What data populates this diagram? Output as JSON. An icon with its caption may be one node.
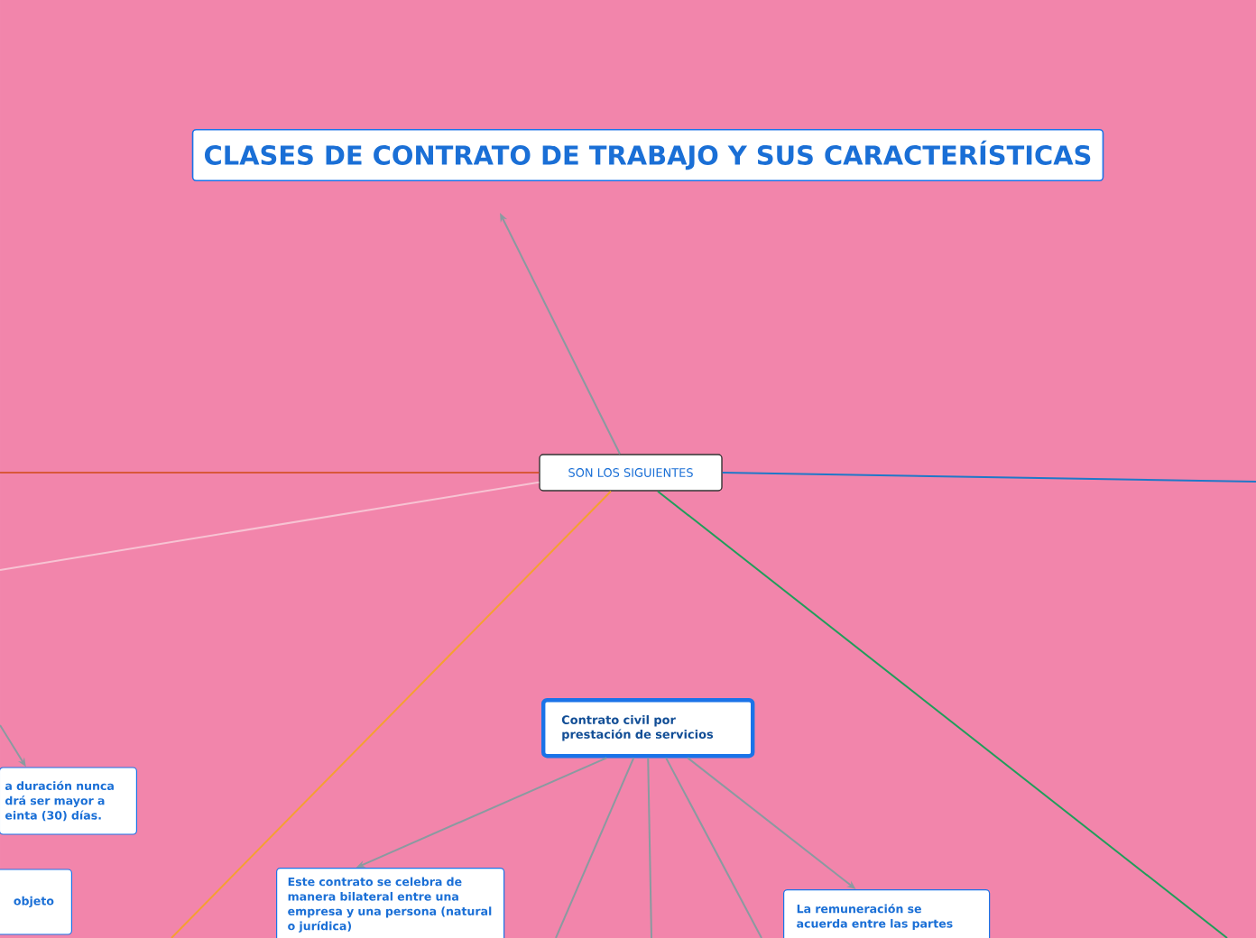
{
  "diagram": {
    "title": "CLASES DE CONTRATO DE TRABAJO Y SUS CARACTERÍSTICAS",
    "nodes": [
      {
        "text": [
          "SON LOS SIGUIENTES"
        ]
      },
      {
        "text": [
          "Contrato civil por prestación de servicios"
        ]
      },
      {
        "text": [
          "a duración nunca drá ser mayor a einta (30) días."
        ]
      },
      {
        "text": [
          "objeto"
        ]
      },
      {
        "text": [
          "Este contrato se celebra de manera bilateral entre una empresa y una persona (natural o jurídica)"
        ]
      },
      {
        "text": [
          "La remuneración se acuerda entre las partes"
        ]
      }
    ],
    "edges": [
      {
        "from": 0,
        "to": null,
        "arrow": "to"
      },
      {
        "from": 0,
        "to": null,
        "arrow": "none",
        "color": "#d9573a"
      },
      {
        "from": 0,
        "to": null,
        "arrow": "none",
        "color": "#f7c3d3"
      },
      {
        "from": 0,
        "to": null,
        "arrow": "none",
        "color": "#1f78c8"
      },
      {
        "from": 0,
        "to": null,
        "arrow": "none",
        "color": "#f5a030"
      },
      {
        "from": 0,
        "to": null,
        "arrow": "none",
        "color": "#1f9e5a"
      },
      {
        "from": null,
        "to": 2,
        "arrow": "to"
      },
      {
        "from": 1,
        "to": 4,
        "arrow": "to"
      },
      {
        "from": 1,
        "to": null,
        "arrow": "none"
      },
      {
        "from": 1,
        "to": null,
        "arrow": "none"
      },
      {
        "from": 1,
        "to": null,
        "arrow": "none"
      },
      {
        "from": 1,
        "to": 5,
        "arrow": "to"
      }
    ]
  }
}
